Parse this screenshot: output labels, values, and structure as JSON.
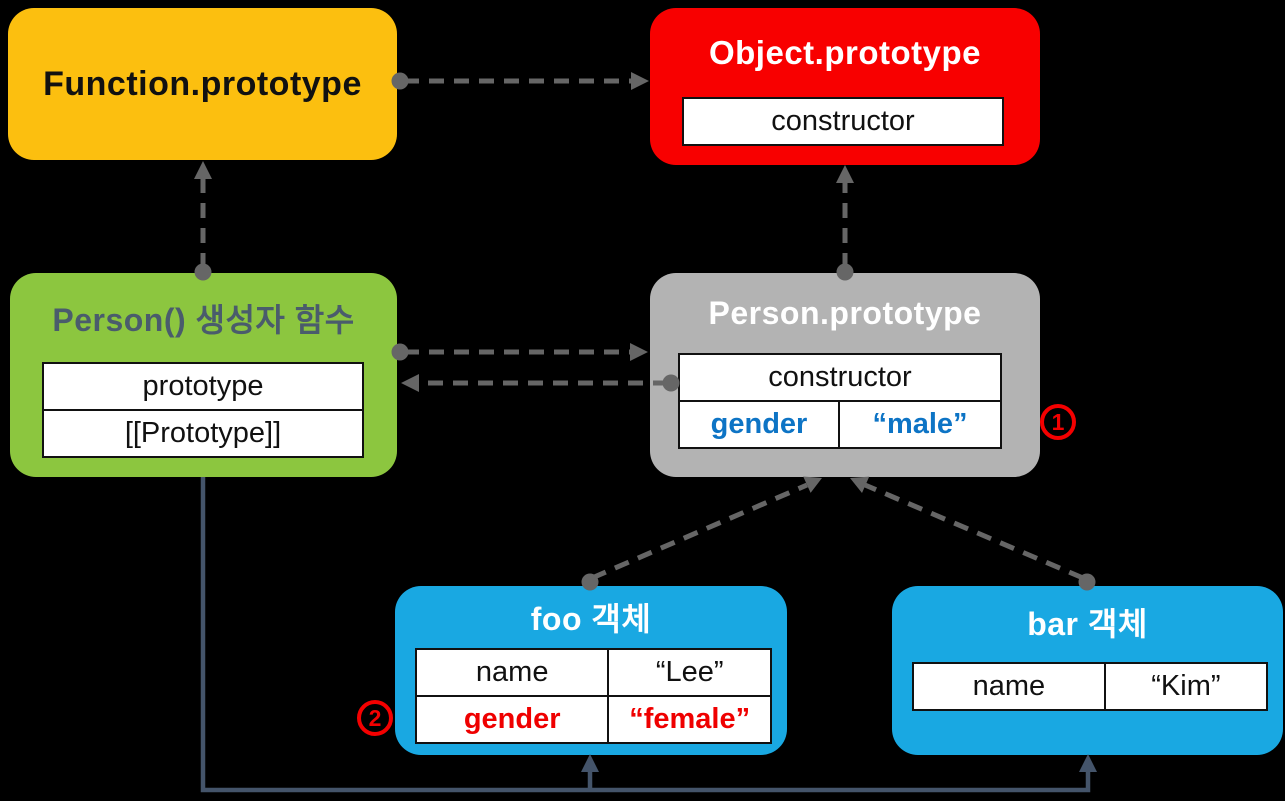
{
  "diagram": {
    "background": "#000000",
    "boxes": {
      "function_prototype": {
        "title": "Function.prototype",
        "color": "#FCBF0F"
      },
      "object_prototype": {
        "title": "Object.prototype",
        "color": "#F80000",
        "constructor_label": "constructor"
      },
      "person_constructor": {
        "title": "Person() 생성자 함수",
        "color": "#8CC63F",
        "prototype_label": "prototype",
        "internal_slot_label": "[[Prototype]]"
      },
      "person_prototype": {
        "title": "Person.prototype",
        "color": "#B3B3B3",
        "constructor_label": "constructor",
        "gender_key": "gender",
        "gender_value": "“male”"
      },
      "foo": {
        "title": "foo 객체",
        "color": "#19A8E2",
        "name_key": "name",
        "name_value": "“Lee”",
        "gender_key": "gender",
        "gender_value": "“female”"
      },
      "bar": {
        "title": "bar 객체",
        "color": "#19A8E2",
        "name_key": "name",
        "name_value": "“Kim”"
      }
    },
    "markers": {
      "one": "1",
      "two": "2"
    },
    "colors": {
      "emphasis_blue": "#0D74C5",
      "emphasis_red": "#EF0000",
      "marker_red": "#F40000",
      "dashed_arrow_gray": "#666666",
      "solid_line_slate": "#44546A",
      "green_title_text": "#4A5C6C"
    }
  }
}
